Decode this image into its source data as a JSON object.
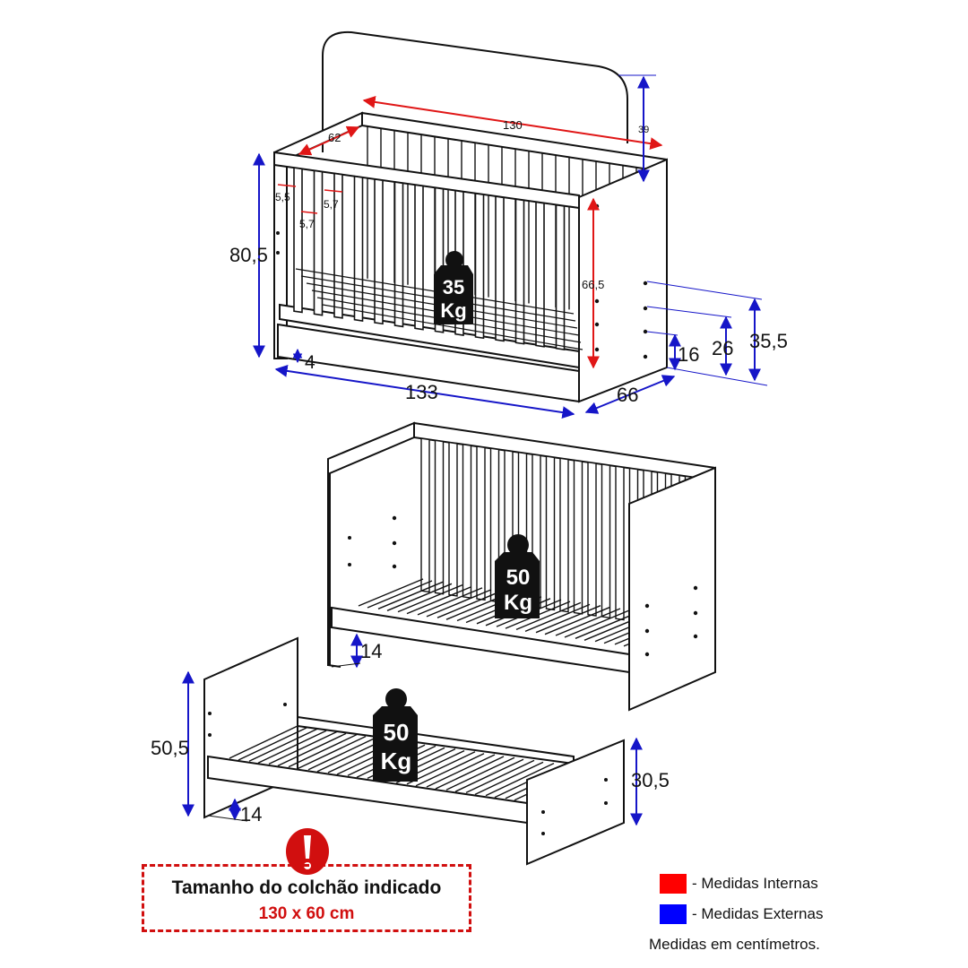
{
  "stage1": {
    "dim_130": "130",
    "dim_62": "62",
    "dim_39": "39",
    "dim_5_5": "5,5",
    "dim_5_7a": "5,7",
    "dim_5_7b": "5,7",
    "dim_80_5": "80,5",
    "dim_66_5": "66,5",
    "dim_4": "4",
    "dim_133": "133",
    "dim_66": "66",
    "dim_16": "16",
    "dim_26": "26",
    "dim_35_5": "35,5",
    "weight_num": "35",
    "weight_unit": "Kg"
  },
  "stage2": {
    "dim_14": "14",
    "weight_num": "50",
    "weight_unit": "Kg"
  },
  "stage3": {
    "dim_50_5": "50,5",
    "dim_14": "14",
    "dim_30_5": "30,5",
    "weight_num": "50",
    "weight_unit": "Kg"
  },
  "notice": {
    "line1": "Tamanho do colchão indicado",
    "line2": "130 x 60 cm"
  },
  "legend": {
    "internal_color": "#ff0000",
    "internal_label": "- Medidas Internas",
    "external_color": "#0000ff",
    "external_label": "- Medidas Externas",
    "note": "Medidas em centímetros."
  },
  "colors": {
    "internal": "#e01616",
    "external": "#1515c8",
    "alert": "#d10f0f"
  }
}
